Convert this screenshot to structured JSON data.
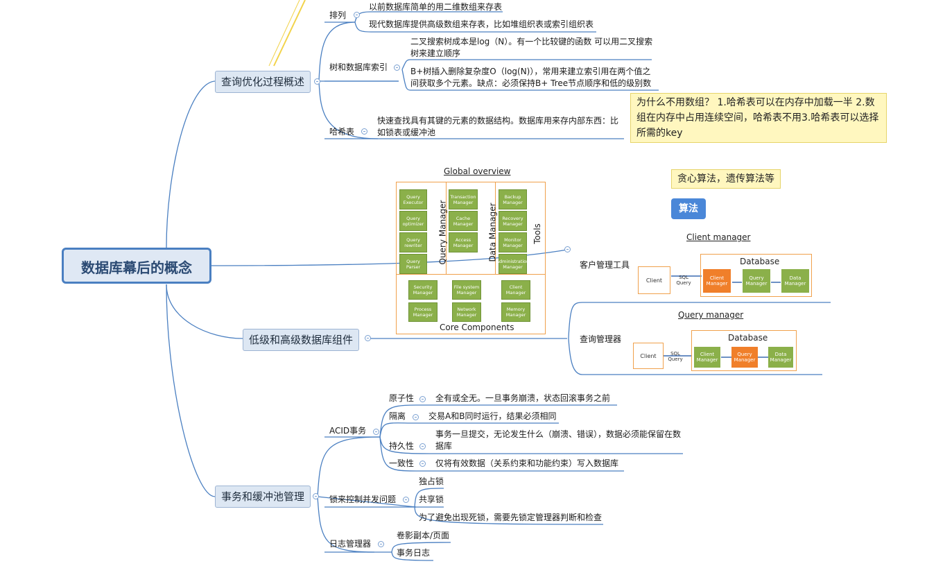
{
  "root": "数据库幕后的概念",
  "branches": {
    "query_opt": {
      "label": "查询优化过程概述",
      "sort": {
        "label": "排列",
        "items": [
          "以前数据库简单的用二维数组来存表",
          "现代数据库提供高级数组来存表，比如堆组织表或索引组织表"
        ]
      },
      "tree": {
        "label": "树和数据库索引",
        "items": [
          "二叉搜索树成本是log（N）。有一个比较键的函数 可以用二叉搜索树来建立顺序",
          "B+树插入删除复杂度O（log(N)），常用来建立索引用在两个值之间获取多个元素。缺点：必须保持B+ Tree节点顺序和低的级别数"
        ]
      },
      "hash": {
        "label": "哈希表",
        "text": "快速查找具有其键的元素的数据结构。数据库用来存内部东西：比如锁表或缓冲池",
        "note": "为什么不用数组？ 1.哈希表可以在内存中加载一半 2.数组在内存中占用连续空间，哈希表不用3.哈希表可以选择所需的key"
      }
    },
    "components": {
      "label": "低级和高级数据库组件",
      "algo_note": "贪心算法，遗传算法等",
      "algo_label": "算法",
      "client_tool": "客户管理工具",
      "query_mgr": "查询管理器",
      "overview": {
        "title": "Global overview",
        "query_manager": "Query Manager",
        "data_manager": "Data Manager",
        "tools": "Tools",
        "core": "Core Components",
        "col1": [
          "Query Executor",
          "Query optimizer",
          "Query rewriter",
          "Query Parser"
        ],
        "col2": [
          "Transaction Manager",
          "Cache Manager",
          "Access Manager"
        ],
        "col3": [
          "Backup Manager",
          "Recovery Manager",
          "Monitor Manager",
          "Administration Manager"
        ],
        "core_boxes": [
          "Security Manager",
          "File system Manager",
          "Client Manager",
          "Process Manager",
          "Network Manager",
          "Memory Manager"
        ]
      },
      "client_diagram": {
        "title": "Client manager",
        "client": "Client",
        "sql": "SQL Query",
        "db": "Database",
        "boxes": [
          "Client Manager",
          "Query Manager",
          "Data Manager"
        ]
      },
      "query_diagram": {
        "title": "Query manager",
        "client": "Client",
        "sql": "SQL Query",
        "db": "Database",
        "boxes": [
          "Client Manager",
          "Query Manager",
          "Data Manager"
        ]
      }
    },
    "tx": {
      "label": "事务和缓冲池管理",
      "acid": {
        "label": "ACID事务",
        "items": [
          {
            "k": "原子性",
            "v": "全有或全无。一旦事务崩溃，状态回滚事务之前"
          },
          {
            "k": "隔离",
            "v": "交易A和B同时运行，结果必须相同"
          },
          {
            "k": "持久性",
            "v": "事务一旦提交，无论发生什么（崩溃、错误），数据必须能保留在数据库"
          },
          {
            "k": "一致性",
            "v": "仅将有效数据（关系约束和功能约束）写入数据库"
          }
        ]
      },
      "lock": {
        "label": "锁来控制并发问题",
        "items": [
          "独占锁",
          "共享锁",
          "为了避免出现死锁，需要先锁定管理器判断和检查"
        ]
      },
      "log": {
        "label": "日志管理器",
        "items": [
          "卷影副本/页面",
          "事务日志"
        ]
      }
    }
  }
}
